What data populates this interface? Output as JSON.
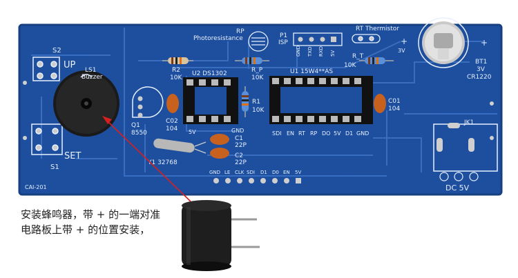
{
  "board": {
    "model": "CAI-201",
    "labels": {
      "s2": "S2",
      "up": "UP",
      "ls1": "LS1",
      "buzzer": "Buzzer",
      "set": "SET",
      "s1": "S1",
      "q1": "Q1",
      "q1_part": "8550",
      "rp": "RP",
      "photo": "Photoresistance",
      "p1": "P1",
      "isp": "ISP",
      "isp_pins": [
        "GND",
        "TXD",
        "RXD",
        "5V"
      ],
      "rt_title": "RT Thermistor",
      "rt": "R_T",
      "rt_val": "10K",
      "r2": "R2",
      "r2_val": "10K",
      "rp_res": "R_P",
      "rp_val": "10K",
      "u2": "U2 DS1302",
      "u1": "U1 15W4**AS",
      "r1": "R1",
      "r1_val": "10K",
      "c02": "C02",
      "c02_val": "104",
      "c01": "C01",
      "c01_val": "104",
      "c1": "C1",
      "c1_val": "22P",
      "c2": "C2",
      "c2_val": "22P",
      "y1": "Y1  32768",
      "u2_pins": [
        "5V",
        "GND"
      ],
      "u1_pins": [
        "SDI",
        "EN",
        "RT",
        "RP",
        "DO",
        "5V",
        "D1",
        "GND"
      ],
      "header_pins": [
        "GND",
        "LE",
        "CLK",
        "SDI",
        "D1",
        "D0",
        "EN",
        "5V"
      ],
      "bt1": "BT1",
      "bt1_v": "3V",
      "bt1_type": "CR1220",
      "bt_plus": "+",
      "bt_plus2": "+",
      "bt_v": "3V",
      "jk1": "JK1",
      "dc": "DC 5V"
    }
  },
  "caption": {
    "line1": "安装蜂鸣器，带 + 的一端对准",
    "line2": "电路板上带 + 的位置安装，"
  },
  "colors": {
    "pcb": "#1d4f9e",
    "pcb_dark": "#17417f",
    "trace": "#3a6fc0",
    "silk": "#e8f0ff",
    "arrow": "#d62020",
    "cap": "#c8611e"
  }
}
